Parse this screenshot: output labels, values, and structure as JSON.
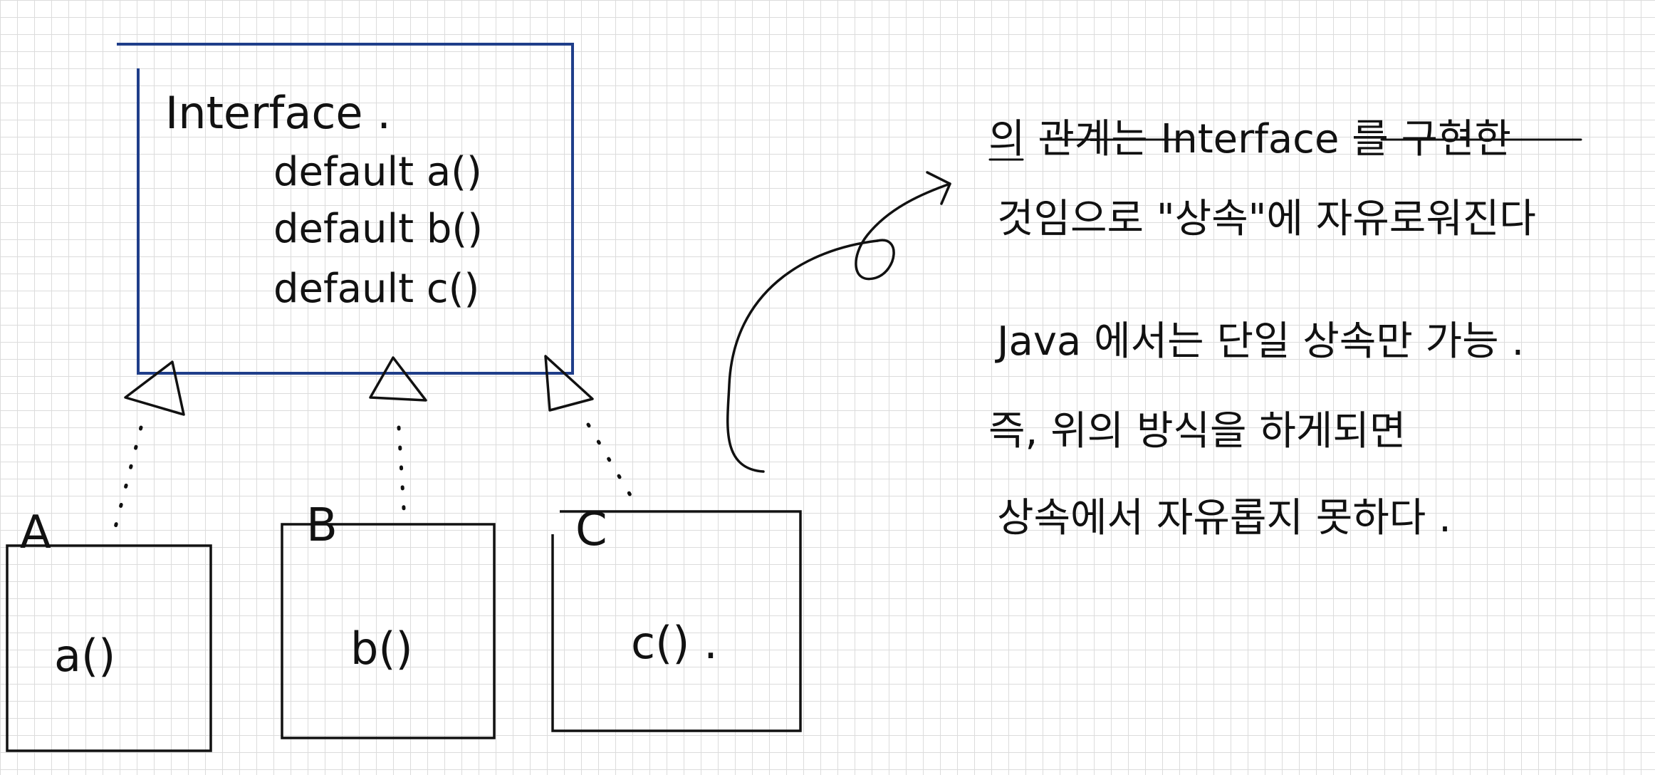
{
  "diagram": {
    "interface": {
      "title": "Interface .",
      "methods": [
        "default  a()",
        "default  b()",
        "default  c()"
      ]
    },
    "classes": [
      {
        "name": "A",
        "method": "a()"
      },
      {
        "name": "B",
        "method": "b()"
      },
      {
        "name": "C",
        "method": "c() ."
      }
    ],
    "notes": [
      "의 관계는  Interface 를 구현한",
      "것임으로 \"상속\"에 자유로워진다",
      "Java 에서는  단일 상속만 가능 .",
      "즉,  위의  방식을 하게되면",
      "상속에서   자유롭지 못하다   ."
    ],
    "colors": {
      "interface_border": "#1f3e8a",
      "ink": "#111111",
      "grid": "#dcdcdc"
    }
  }
}
